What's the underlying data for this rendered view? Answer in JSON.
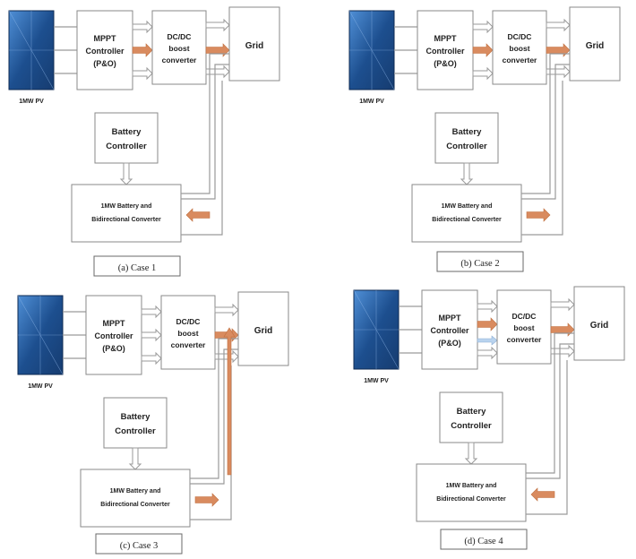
{
  "colors": {
    "flow_arrow": "#d98b5f",
    "pv_panel": "#1d4f8f",
    "outline": "#8a8a8a"
  },
  "labels": {
    "mppt_l1": "MPPT",
    "mppt_l2": "Controller",
    "mppt_l3": "(P&O)",
    "dcdc_l1": "DC/DC",
    "dcdc_l2": "boost",
    "dcdc_l3": "converter",
    "grid": "Grid",
    "pv": "1MW PV",
    "batt_ctrl_l1": "Battery",
    "batt_ctrl_l2": "Controller",
    "batt_l1": "1MW Battery and",
    "batt_l2": "Bidirectional Converter"
  },
  "cases": [
    {
      "caption": "(a) Case 1"
    },
    {
      "caption": "(b) Case 2"
    },
    {
      "caption": "(c) Case 3"
    },
    {
      "caption": "(d) Case 4"
    }
  ]
}
